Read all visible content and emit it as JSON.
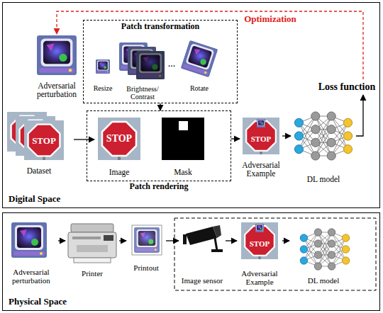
{
  "diagram": {
    "nodes": [
      {
        "text": [
          "Digital Space"
        ]
      },
      {
        "text": [
          "Adversarial perturbation"
        ],
        "in": 0
      },
      {
        "text": [
          "Patch transformation"
        ],
        "in": 0
      },
      {
        "text": [
          "Resize"
        ],
        "in": 2
      },
      {
        "text": [
          "Brightness/ Contrast"
        ],
        "in": 2
      },
      {
        "text": [
          "Rotate"
        ],
        "in": 2
      },
      {
        "text": [
          "Dataset"
        ],
        "in": 0
      },
      {
        "text": [
          "Patch rendering"
        ],
        "in": 0
      },
      {
        "text": [
          "Image"
        ],
        "in": 7
      },
      {
        "text": [
          "Mask"
        ],
        "in": 7
      },
      {
        "text": [
          "Adversarial Example"
        ],
        "in": 0
      },
      {
        "text": [
          "DL model"
        ],
        "in": 0
      },
      {
        "text": [
          "Loss function"
        ],
        "in": 0
      },
      {
        "text": [
          "Physical Space"
        ]
      },
      {
        "text": [
          "Adversarial perturbation"
        ],
        "in": 13
      },
      {
        "text": [
          "Printer"
        ],
        "in": 13
      },
      {
        "text": [
          "Printout"
        ],
        "in": 13
      },
      {
        "text": [
          "Image sensor"
        ],
        "in": 13
      },
      {
        "text": [
          "Adversarial Example"
        ],
        "in": 13
      },
      {
        "text": [
          "DL model"
        ],
        "in": 13
      }
    ],
    "edges": [
      {
        "from": 2,
        "to": 7,
        "arrow": "to"
      },
      {
        "from": 6,
        "to": 8,
        "arrow": "to"
      },
      {
        "from": 7,
        "to": 10,
        "arrow": "to"
      },
      {
        "from": 10,
        "to": 11,
        "arrow": "to"
      },
      {
        "from": 11,
        "to": 12,
        "arrow": "to"
      },
      {
        "from": 12,
        "to": 1,
        "label": "Optimization",
        "arrow": "to"
      },
      {
        "from": 14,
        "to": 15,
        "arrow": "to"
      },
      {
        "from": 15,
        "to": 16,
        "arrow": "to"
      },
      {
        "from": 16,
        "to": 17,
        "arrow": "to"
      },
      {
        "from": 17,
        "to": 18,
        "arrow": "to"
      },
      {
        "from": 18,
        "to": 19,
        "arrow": "to"
      }
    ],
    "labels": [
      "...",
      "STOP",
      "STOP",
      "STOP",
      "STOP"
    ]
  }
}
